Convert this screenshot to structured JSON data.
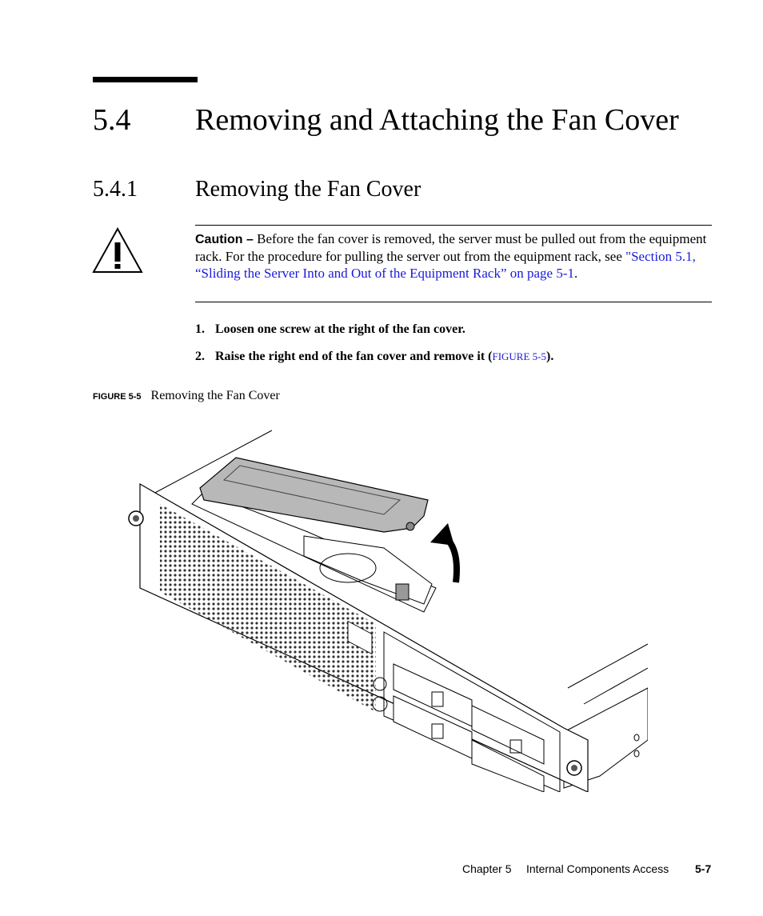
{
  "section": {
    "number": "5.4",
    "title": "Removing and Attaching the Fan Cover"
  },
  "subsection": {
    "number": "5.4.1",
    "title": "Removing the Fan Cover"
  },
  "caution": {
    "icon": "warning-triangle-icon",
    "label": "Caution –",
    "text": " Before the fan cover is removed, the server must be pulled out from the equipment rack. For the procedure for pulling the server out from the equipment rack, see ",
    "link": "\"Section 5.1, “Sliding the Server Into and Out of the Equipment Rack” on page 5-1",
    "end": "."
  },
  "steps": [
    {
      "num": "1.",
      "text": "Loosen one screw at the right of the fan cover."
    },
    {
      "num": "2.",
      "text": "Raise the right end of the fan cover and remove it (",
      "ref": "FIGURE 5-5",
      "end": ")."
    }
  ],
  "figure": {
    "label": "FIGURE 5-5",
    "caption": "Removing the Fan Cover"
  },
  "footer": {
    "chapter": "Chapter 5",
    "title": "Internal Components Access",
    "page": "5-7"
  }
}
